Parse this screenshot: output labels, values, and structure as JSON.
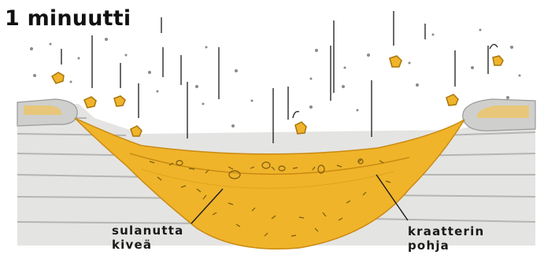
{
  "title": "1 minuutti",
  "labels": {
    "melt_line1": "sulanutta",
    "melt_line2": "kiveä",
    "floor_line1": "kraatterin",
    "floor_line2": "pohja"
  },
  "colors": {
    "melt": "#f0b42a",
    "melt_dark": "#c98a12",
    "rock_layers": "#d8d8d6",
    "rock_lines": "#9a9a98",
    "debris": "#8a8a8a",
    "ink": "#1a1a1a"
  }
}
